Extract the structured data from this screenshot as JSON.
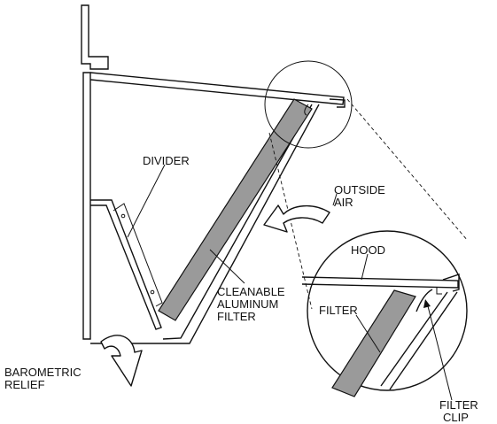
{
  "labels": {
    "divider": "DIVIDER",
    "outside_air_line1": "OUTSIDE",
    "outside_air_line2": "AIR",
    "hood": "HOOD",
    "cleanable_line1": "CLEANABLE",
    "cleanable_line2": "ALUMINUM",
    "cleanable_line3": "FILTER",
    "filter": "FILTER",
    "barometric_line1": "BAROMETRIC",
    "barometric_line2": "RELIEF",
    "filter_clip_line1": "FILTER",
    "filter_clip_line2": "CLIP"
  },
  "colors": {
    "filter_fill": "#9a9a9a",
    "line": "#111111",
    "background": "#ffffff"
  }
}
